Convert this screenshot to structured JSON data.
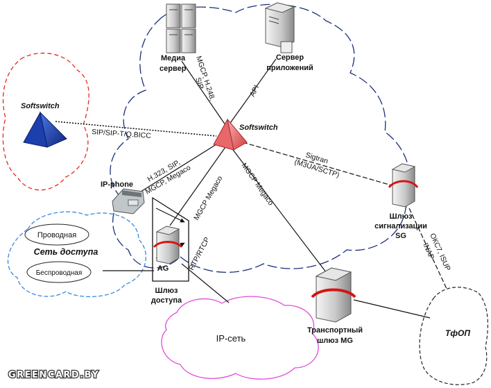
{
  "nodes": {
    "media_server": {
      "line1": "Медиа",
      "line2": "сервер"
    },
    "app_server": {
      "line1": "Сервер",
      "line2": "приложений"
    },
    "softswitch_main": {
      "label": "Softswitch"
    },
    "softswitch_remote": {
      "label": "Softswitch"
    },
    "ip_phone": {
      "label": "IP-phone"
    },
    "access_gateway": {
      "badge": "AG",
      "line1": "Шлюз",
      "line2": "доступа"
    },
    "signaling_gateway": {
      "line1": "Шлюз",
      "line2": "сигнализации",
      "line3": "SG"
    },
    "transport_gateway": {
      "line1": "Транспортный",
      "line2": "шлюз MG"
    }
  },
  "clouds": {
    "access_network": {
      "title": "Сеть доступа",
      "wired": "Проводная",
      "wireless": "Беспроводная"
    },
    "ip_network": {
      "label": "IP-сеть"
    },
    "pstn": {
      "label": "ТфОП"
    }
  },
  "protocols": {
    "media_to_softswitch": {
      "line1": "MGCP, H.248,",
      "line2": "SIP"
    },
    "app_to_softswitch": "API",
    "softswitch_peer": "SIP/SIP-T/Q.BICC",
    "softswitch_to_sg": {
      "line1": "Sigtran",
      "line2": "(M3UA/SCTP)"
    },
    "phone_to_softswitch": {
      "line1": "H.323, SIP,",
      "line2": "MGCP, Megaco"
    },
    "ag_to_softswitch": "MGCP Megaco",
    "mg_to_softswitch": "MGCP Megaco",
    "ag_media": "RTP/RTCP",
    "sg_to_pstn": {
      "line1": "ОКС7, ISUP",
      "line2": "INAP"
    }
  },
  "watermark": "GREENCARD.BY",
  "colors": {
    "core_cloud": "#1a2f7a",
    "remote_cloud": "#e8251f",
    "access_cloud": "#3a88e0",
    "ip_cloud": "#e24bd8",
    "softswitch_main": "#e8676a",
    "softswitch_remote": "#1d3fae",
    "ring": "#d41515"
  }
}
